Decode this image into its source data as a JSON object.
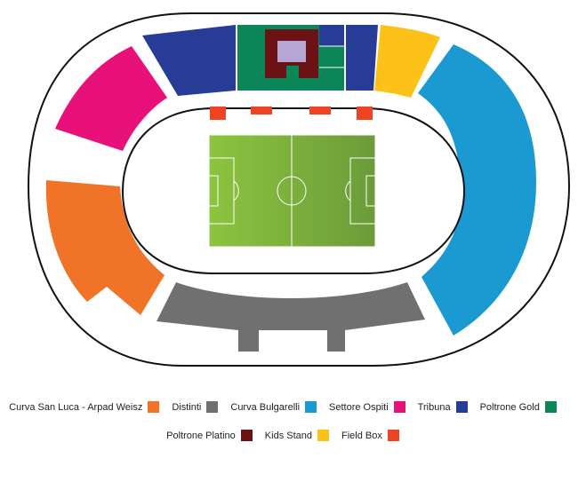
{
  "legend": {
    "row1": [
      {
        "label": "Curva San Luca - Arpad Weisz",
        "color": "#f07327"
      },
      {
        "label": "Distinti",
        "color": "#707070"
      },
      {
        "label": "Curva Bulgarelli",
        "color": "#1b9ad2"
      },
      {
        "label": "Settore Ospiti",
        "color": "#e8117a"
      },
      {
        "label": "Tribuna",
        "color": "#263c97"
      },
      {
        "label": "Poltrone Gold",
        "color": "#0b8658"
      }
    ],
    "row2": [
      {
        "label": "Poltrone Platino",
        "color": "#6a1214"
      },
      {
        "label": "Kids Stand",
        "color": "#fdc218"
      },
      {
        "label": "Field Box",
        "color": "#ef4423"
      }
    ]
  },
  "colors": {
    "pitch_light": "#8cc43f",
    "pitch_dark": "#6b9b3a",
    "pitch_lines": "#ffffff",
    "outline": "#111111",
    "platino_inner": "#b6a6d6"
  }
}
